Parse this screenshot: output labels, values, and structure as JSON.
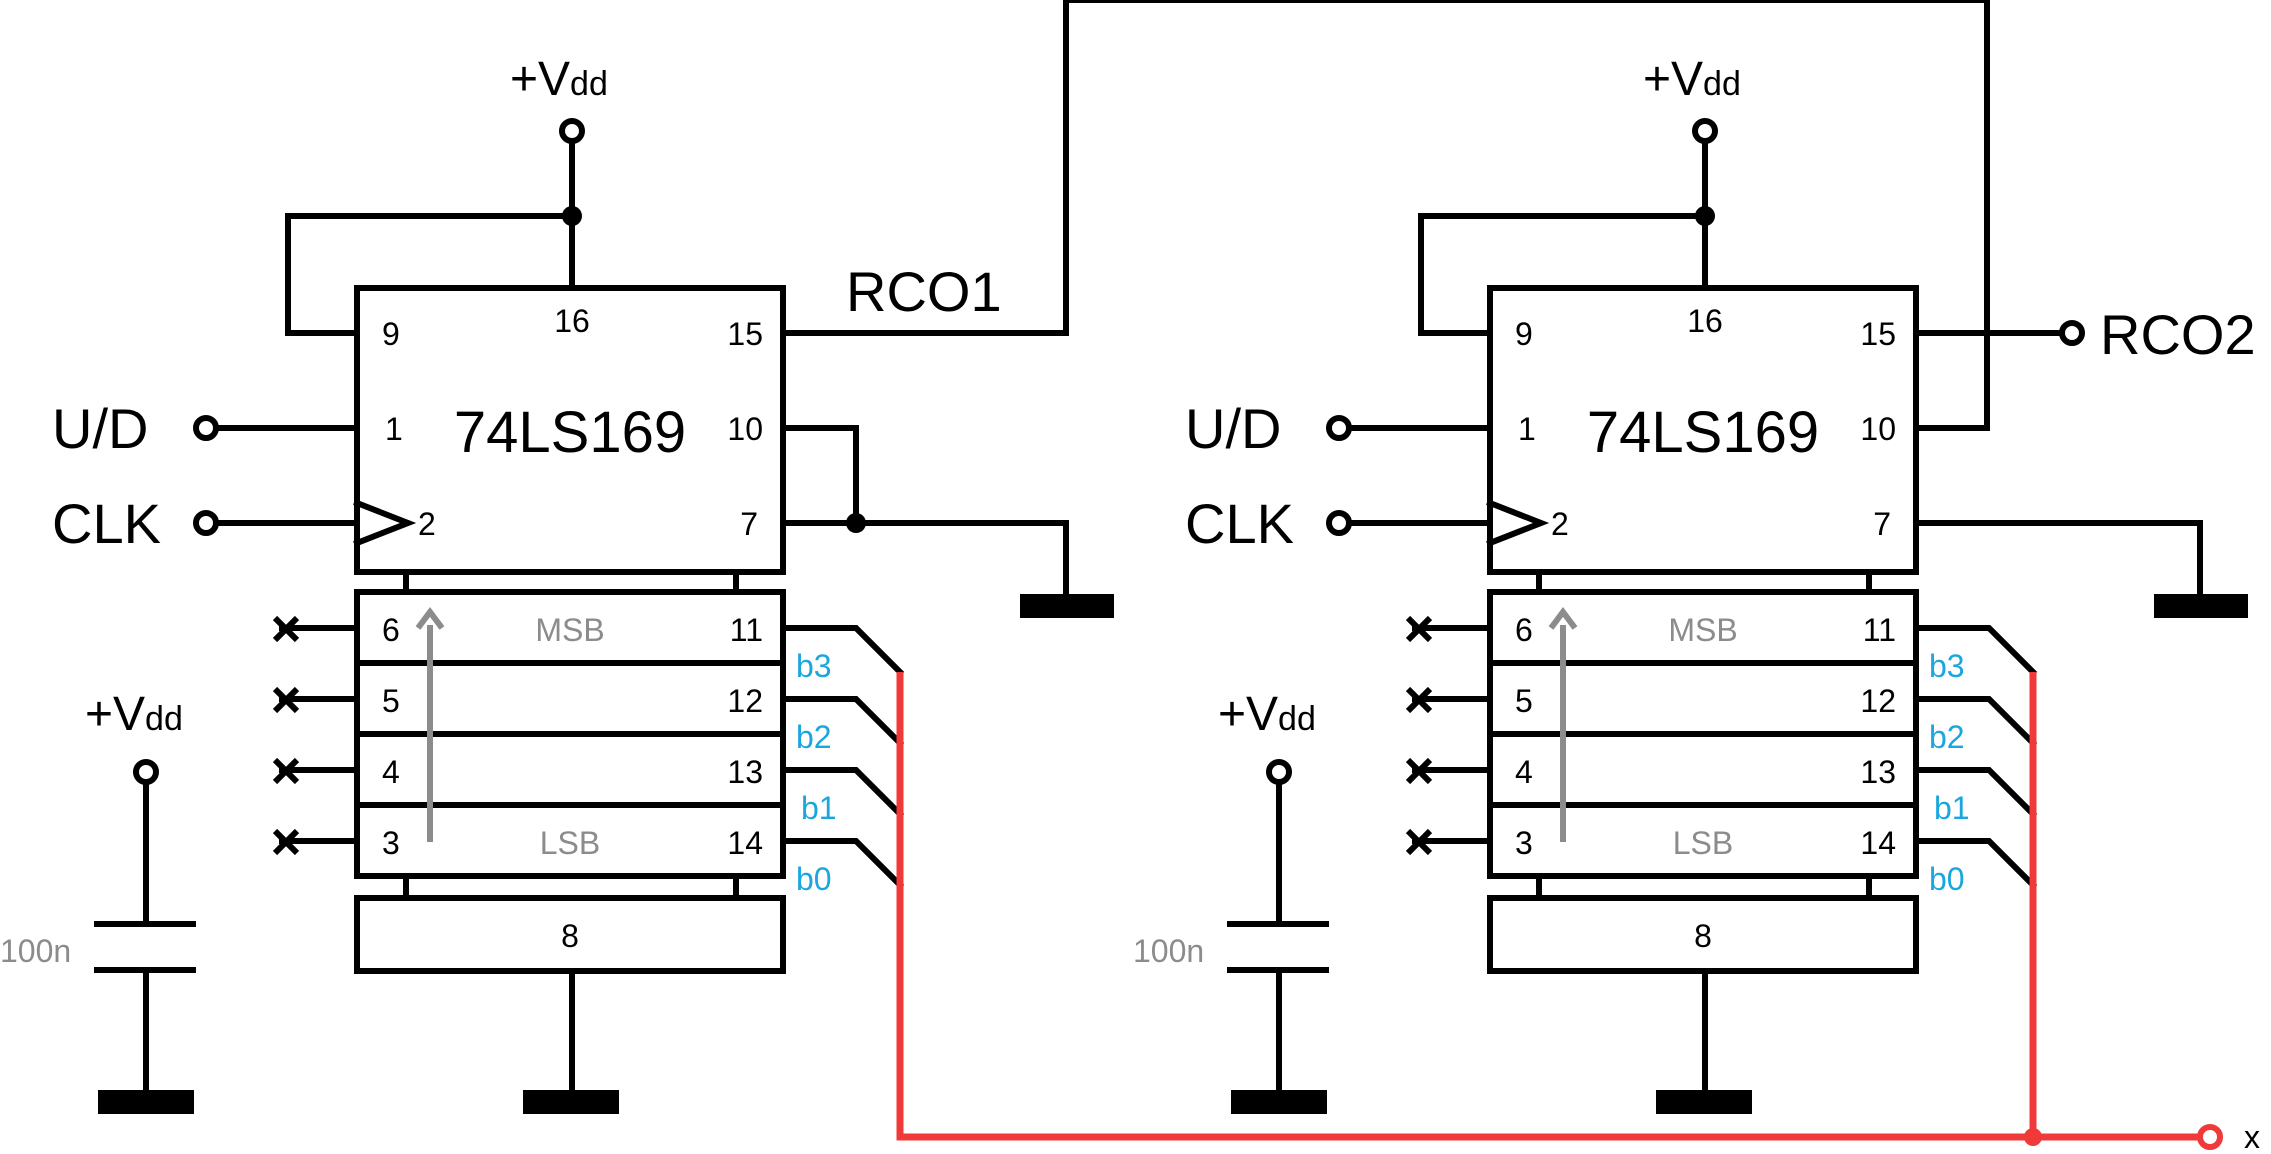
{
  "chips": [
    {
      "part": "74LS169",
      "vdd": {
        "plus_v": "+V",
        "sub": "dd"
      },
      "pins": {
        "p9": "9",
        "p16": "16",
        "p15": "15",
        "p1": "1",
        "p10": "10",
        "p2": "2",
        "p7": "7",
        "p6": "6",
        "p11": "11",
        "p5": "5",
        "p12": "12",
        "p4": "4",
        "p13": "13",
        "p3": "3",
        "p14": "14",
        "p8": "8"
      },
      "msb": "MSB",
      "lsb": "LSB",
      "bits": [
        "b3",
        "b2",
        "b1",
        "b0"
      ],
      "cap": "100n",
      "cap_vdd": {
        "plus_v": "+V",
        "sub": "dd"
      },
      "input_ud": "U/D",
      "input_clk": "CLK"
    },
    {
      "part": "74LS169",
      "vdd": {
        "plus_v": "+V",
        "sub": "dd"
      },
      "pins": {
        "p9": "9",
        "p16": "16",
        "p15": "15",
        "p1": "1",
        "p10": "10",
        "p2": "2",
        "p7": "7",
        "p6": "6",
        "p11": "11",
        "p5": "5",
        "p12": "12",
        "p4": "4",
        "p13": "13",
        "p3": "3",
        "p14": "14",
        "p8": "8"
      },
      "msb": "MSB",
      "lsb": "LSB",
      "bits": [
        "b3",
        "b2",
        "b1",
        "b0"
      ],
      "cap": "100n",
      "cap_vdd": {
        "plus_v": "+V",
        "sub": "dd"
      },
      "input_ud": "U/D",
      "input_clk": "CLK"
    }
  ],
  "rco1": "RCO1",
  "rco2": "RCO2",
  "output_x": "x",
  "colors": {
    "red_bus": "#f03a3a",
    "bit_labels": "#1aa6df",
    "gray": "#8c8c8c"
  }
}
